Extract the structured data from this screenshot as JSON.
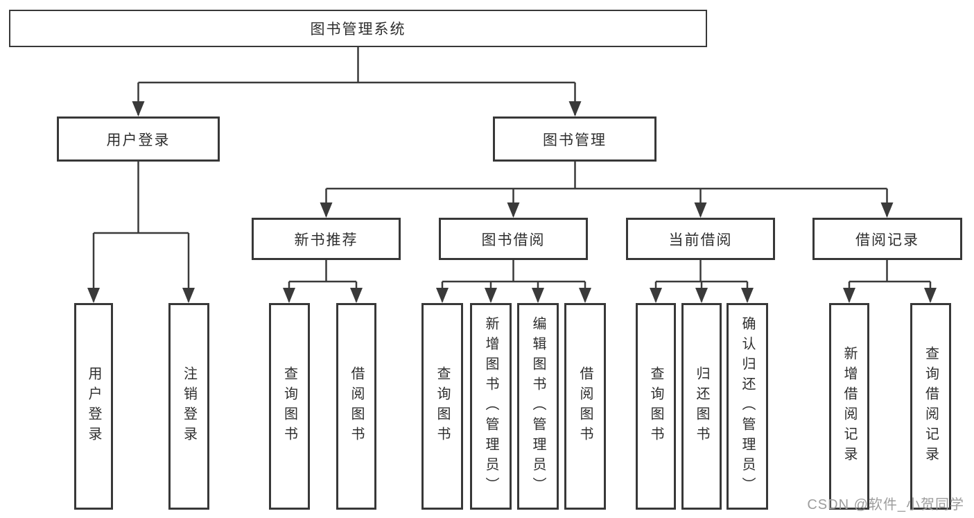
{
  "diagram": {
    "root": "图书管理系统",
    "level2": [
      "用户登录",
      "图书管理"
    ],
    "level3": [
      "新书推荐",
      "图书借阅",
      "当前借阅",
      "借阅记录"
    ],
    "leaves_user": [
      "用户登录",
      "注销登录"
    ],
    "leaves_new_books": [
      "查询图书",
      "借阅图书"
    ],
    "leaves_book_borrow": [
      "查询图书",
      "新增图书（管理员）",
      "编辑图书（管理员）",
      "借阅图书"
    ],
    "leaves_current_borrow": [
      "查询图书",
      "归还图书",
      "确认归还（管理员）"
    ],
    "leaves_borrow_records": [
      "新增借阅记录",
      "查询借阅记录"
    ]
  },
  "colors": {
    "line": "#3a3a3a",
    "box_border": "#383838",
    "text": "#2e2e2e",
    "watermark": "#9d9d9d",
    "background": "#ffffff"
  },
  "watermark": "CSDN @软件_小贺同学"
}
